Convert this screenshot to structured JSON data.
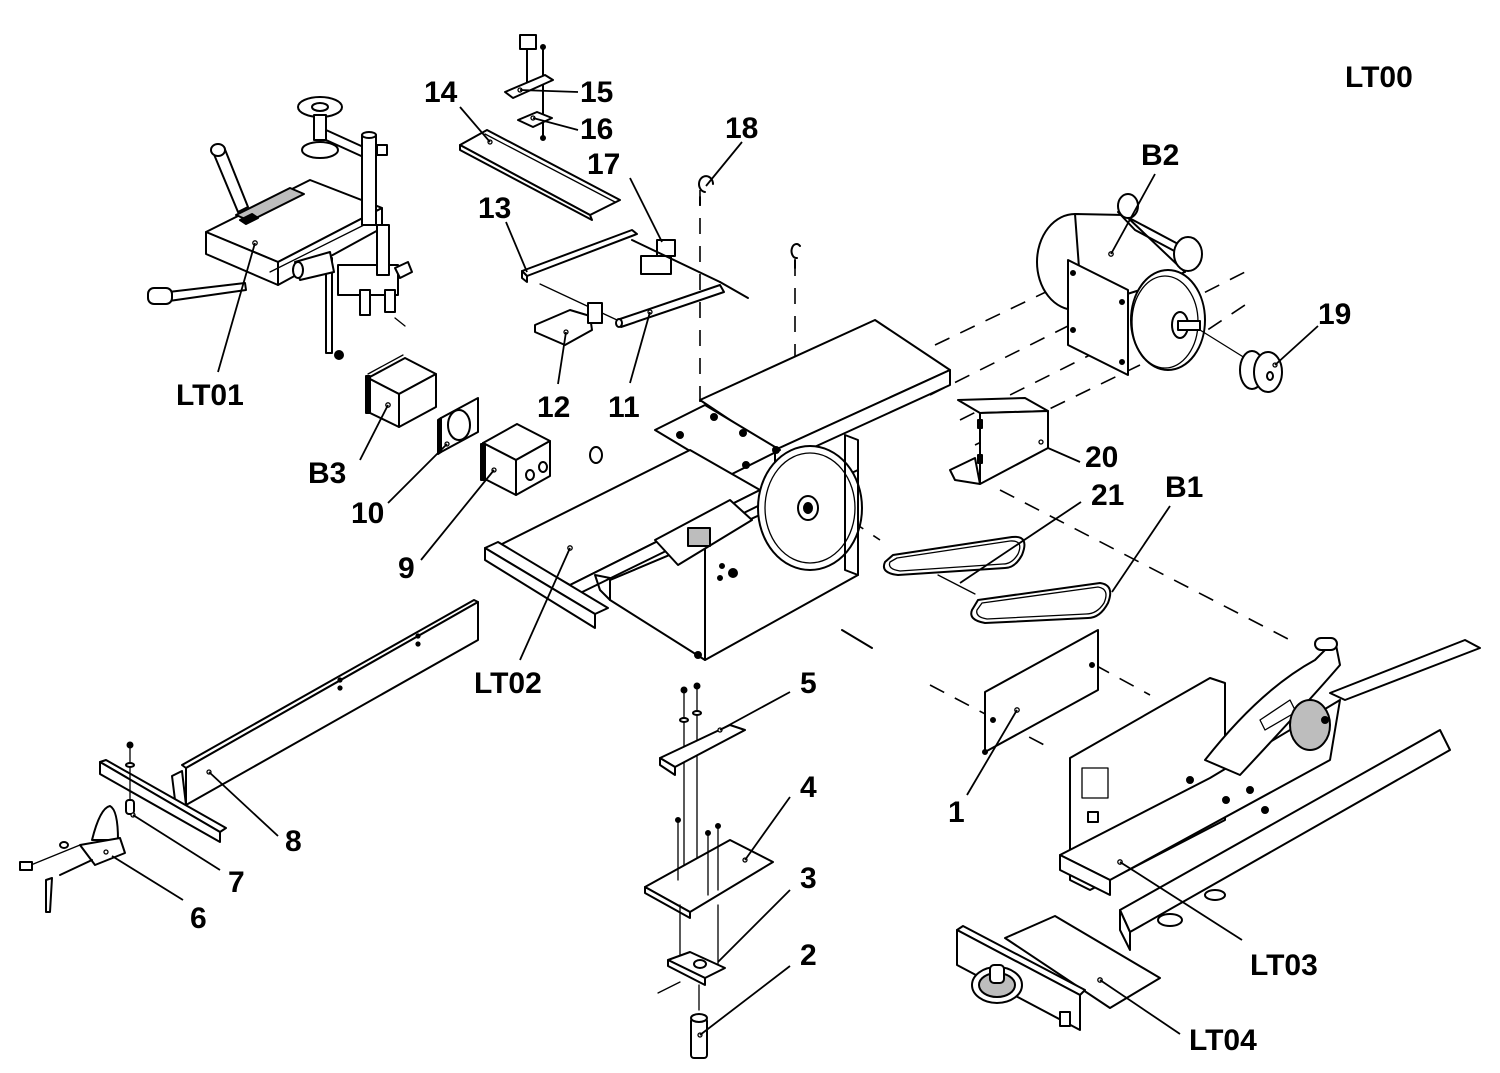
{
  "diagram": {
    "title": "LT00",
    "type": "exploded-parts-view",
    "callouts": {
      "lt01": "LT01",
      "lt02": "LT02",
      "lt03": "LT03",
      "lt04": "LT04",
      "b1": "B1",
      "b2": "B2",
      "b3": "B3",
      "p1": "1",
      "p2": "2",
      "p3": "3",
      "p4": "4",
      "p5": "5",
      "p6": "6",
      "p7": "7",
      "p8": "8",
      "p9": "9",
      "p10": "10",
      "p11": "11",
      "p12": "12",
      "p13": "13",
      "p14": "14",
      "p15": "15",
      "p16": "16",
      "p17": "17",
      "p18": "18",
      "p19": "19",
      "p20": "20",
      "p21": "21"
    }
  }
}
